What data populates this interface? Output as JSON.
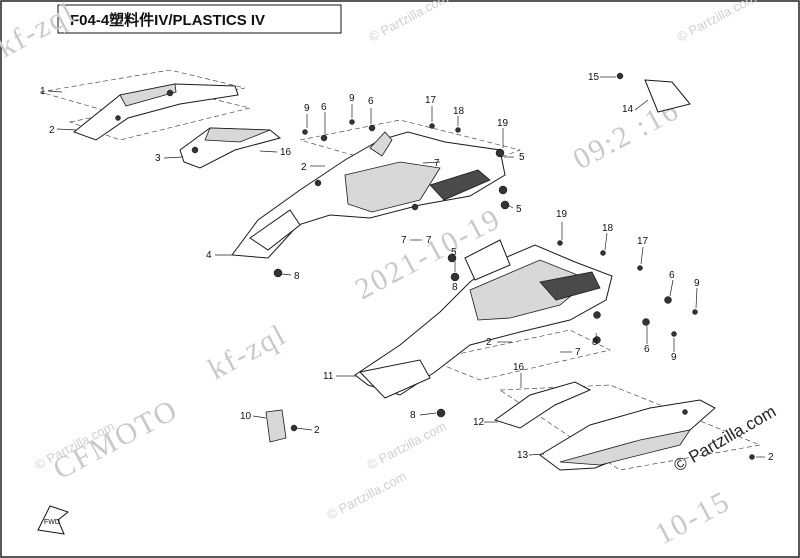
{
  "title": "F04-4塑料件IV/PLASTICS IV",
  "watermarks": {
    "brand": "CFMOTO",
    "code_top": "kf-zql",
    "code_mid": "kf-zql",
    "date_main": "2021-10-19",
    "time_stamp": "09:2 :16",
    "date_bottom": "10-15",
    "copyright_1": "© Partzilla.com",
    "copyright_2": "© Partzilla.com",
    "copyright_3": "© Partzilla.com",
    "copyright_4": "© Partzilla.com",
    "copyright_5": "© Partzilla.com",
    "copyright_main": "© Partzilla.com"
  },
  "callouts": [
    "1",
    "2",
    "3",
    "16",
    "2",
    "9",
    "6",
    "9",
    "6",
    "17",
    "18",
    "7",
    "19",
    "5",
    "5",
    "4",
    "8",
    "7",
    "5",
    "7",
    "8",
    "15",
    "14",
    "19",
    "18",
    "17",
    "6",
    "9",
    "6",
    "2",
    "7",
    "8",
    "9",
    "11",
    "16",
    "8",
    "10",
    "2",
    "12",
    "13",
    "2"
  ],
  "fwd_label": "FWD",
  "colors": {
    "ink": "#1a1a1a",
    "watermark": "#c9c9c9",
    "background": "#ffffff"
  }
}
